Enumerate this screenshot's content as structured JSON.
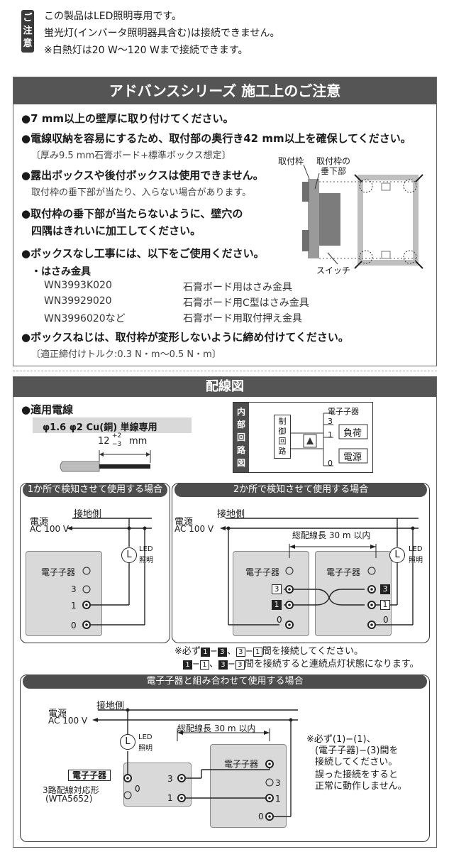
{
  "caution": {
    "badge": [
      "ご",
      "注",
      "意"
    ],
    "lines": [
      "この製品はLED照明専用です。",
      "蛍光灯(インバータ照明器具含む)は接続できません。",
      "※白熱灯は20 W～120 Wまで接続できます。"
    ]
  },
  "advance": {
    "title": "アドバンスシリーズ 施工上のご注意",
    "b1": "●7 mm以上の壁厚に取り付けてください。",
    "b2": "●電線収納を容易にするため、取付部の奥行き42 mm以上を確保してください。",
    "b2_sub": "〔厚み9.5 mm石膏ボード+標準ボックス想定〕",
    "b3": "●露出ボックスや後付ボックスは使用できません。",
    "b3_sub": "取付枠の垂下部が当たり、入らない場合があります。",
    "b4_l1": "●取付枠の垂下部が当たらないように、壁穴の",
    "b4_l2": "四隅はきれいに加工してください。",
    "b5": "●ボックスなし工事には、以下をご使用ください。",
    "b5_sub": "・はさみ金具",
    "parts": [
      {
        "code": "WN3993K020",
        "desc": "石膏ボード用はさみ金具"
      },
      {
        "code": "WN39929020",
        "desc": "石膏ボード用C型はさみ金具"
      },
      {
        "code": "WN3996020など",
        "desc": "石膏ボード用取付押え金具"
      }
    ],
    "b6": "●ボックスねじは、取付枠が変形しないように締め付けてください。",
    "b6_sub": "〔適正締付けトルク:0.3 N・m～0.5 N・m〕",
    "fig": {
      "frame": "取付枠",
      "hang_l1": "取付枠の",
      "hang_l2": "垂下部",
      "switch": "スイッチ"
    }
  },
  "wiring": {
    "title": "配線図",
    "wire_head": "●適用電線",
    "wire_spec": "φ1.6 φ2 Cu(銅) 単線専用",
    "strip_len": "12",
    "strip_tol_plus": "+2",
    "strip_tol_minus": "−3",
    "strip_unit": "mm",
    "internal": {
      "badge": [
        "内",
        "部",
        "回",
        "路",
        "図"
      ],
      "control": [
        "制",
        "御",
        "回",
        "路"
      ],
      "electronic": "電子子器",
      "t3": "3",
      "t1": "1",
      "t0": "0",
      "load": "負荷",
      "power": "電源"
    },
    "one": {
      "pill": "1か所で検知させて使用する場合",
      "ground": "接地側",
      "power": "電源",
      "ac": "AC 100 V",
      "led": "LED",
      "lighting": "照明",
      "l": "L",
      "dev": "電子子器",
      "t3": "3",
      "t1": "1",
      "t0": "0"
    },
    "two": {
      "pill": "2か所で検知させて使用する場合",
      "ground": "接地側",
      "power": "電源",
      "ac": "AC 100 V",
      "length": "総配線長 30 m 以内",
      "led": "LED",
      "lighting": "照明",
      "l": "L",
      "dev": "電子子器",
      "t3": "3",
      "t1": "1",
      "t0": "0",
      "note1_a": "※必ず",
      "note1_b": "1",
      "note1_c": "−",
      "note1_d": "3",
      "note1_e": "、",
      "note1_f": "3",
      "note1_g": "−",
      "note1_h": "1",
      "note1_i": "間を接続してください。",
      "note2_a": "1",
      "note2_b": "−",
      "note2_c": "1",
      "note2_d": "、",
      "note2_e": "3",
      "note2_f": "−",
      "note2_g": "3",
      "note2_h": "間を接続すると連続点灯状態になります。"
    },
    "combo": {
      "pill": "電子子器と組み合わせて使用する場合",
      "ground": "接地側",
      "power": "電源",
      "ac": "AC 100 V",
      "led": "LED",
      "lighting": "照明",
      "l": "L",
      "length": "総配線長 30 m 以内",
      "sub_label": "電子子器",
      "model_l1": "3路配線対応形",
      "model_l2": "(WTA5652)",
      "dev": "電子子器",
      "t3": "3",
      "t1": "1",
      "t0": "0",
      "note": [
        "※必ず(1)−(1)、",
        "(電子子器)−(3)間を",
        "接続してください。",
        "誤った接続をすると",
        "正常に動作しません。"
      ]
    }
  }
}
